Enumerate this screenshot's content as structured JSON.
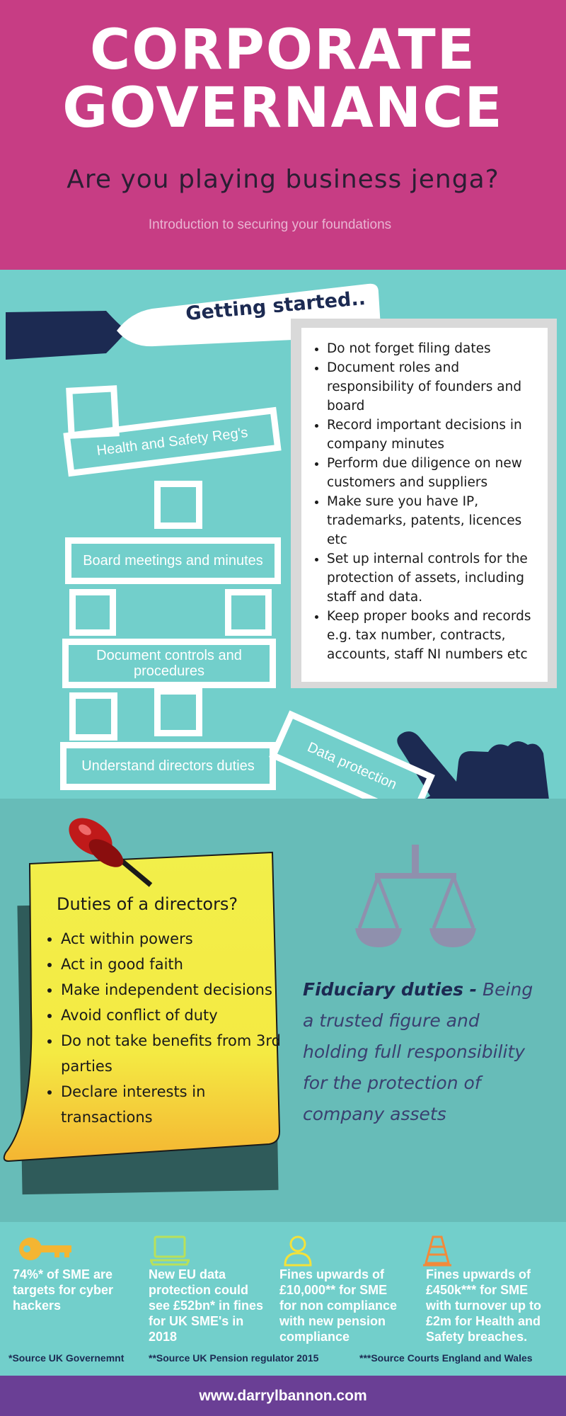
{
  "header": {
    "title_line1": "CORPORATE",
    "title_line2": "GOVERNANCE",
    "subtitle": "Are you playing business jenga?",
    "intro": "Introduction to securing your foundations"
  },
  "getting_started": {
    "label": "Getting started..",
    "blocks": {
      "health_safety": "Health and Safety Reg's",
      "board_meetings": "Board meetings and minutes",
      "document_controls": "Document controls and procedures",
      "directors_duties": "Understand directors duties",
      "data_protection": "Data protection"
    },
    "checklist": [
      "Do not forget filing dates",
      "Document roles and responsibility of founders and board",
      "Record important decisions in company minutes",
      "Perform due diligence on new customers and suppliers",
      "Make sure you have IP, trademarks, patents, licences etc",
      "Set up internal controls for the protection of assets, including staff and data.",
      "Keep proper books and records e.g. tax number, contracts, accounts, staff NI numbers etc"
    ]
  },
  "directors": {
    "title": "Duties of a directors?",
    "duties": [
      "Act within powers",
      "Act in good faith",
      "Make independent decisions",
      "Avoid conflict of duty",
      "Do not take benefits from 3rd parties",
      "Declare interests in transactions"
    ],
    "fiduciary_label": "Fiduciary duties -",
    "fiduciary_text": " Being a trusted figure and holding full responsibility for the protection of company assets"
  },
  "stats": [
    {
      "icon": "key-icon",
      "text": "74%* of SME are targets for cyber hackers"
    },
    {
      "icon": "laptop-icon",
      "text": "New EU data protection could see £52bn* in fines for UK SME's in 2018"
    },
    {
      "icon": "person-icon",
      "text": "Fines upwards of £10,000** for SME for non compliance with new pension compliance"
    },
    {
      "icon": "traffic-cone-icon",
      "text": "Fines upwards of £450k*** for SME with turnover up to £2m for Health and Safety breaches."
    }
  ],
  "sources": [
    "*Source UK Governemnt",
    "**Source UK Pension regulator 2015",
    "***Source Courts England and Wales"
  ],
  "footer": {
    "url": "www.darrylbannon.com"
  },
  "colors": {
    "header_bg": "#c73d84",
    "teal": "#72cfcb",
    "teal_dark": "#67bcb8",
    "navy": "#1c2a52",
    "footer_bg": "#6a3f95",
    "note_yellow": "#f2ef4a"
  }
}
